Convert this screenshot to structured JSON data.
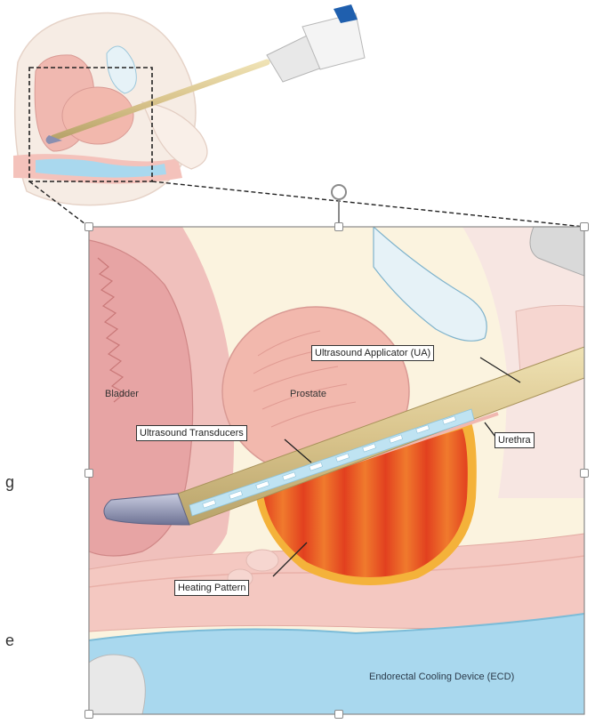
{
  "labels": {
    "bladder": "Bladder",
    "prostate": "Prostate",
    "ultrasound_applicator": "Ultrasound Applicator (UA)",
    "ultrasound_transducers": "Ultrasound Transducers",
    "urethra": "Urethra",
    "heating_pattern": "Heating Pattern",
    "endorectal_cooling_device": "Endorectal Cooling Device (ECD)"
  },
  "side_text": {
    "char_1": "g",
    "char_2": "e"
  },
  "colors": {
    "bladder_wall": "#e7a4a4",
    "prostate": "#f2b8ad",
    "applicator_shaft": "#d9c48c",
    "transducer_strip": "#bfe3f2",
    "heating_outer": "#f4b23a",
    "heating_inner": "#e2401f",
    "cooling_device": "#a9d8ee",
    "background_tissue": "#fbf3df",
    "tip": "#8a8fb0"
  },
  "icons": {
    "selection_handle": "selection-handle-icon",
    "rotate_handle": "rotate-handle-icon"
  }
}
